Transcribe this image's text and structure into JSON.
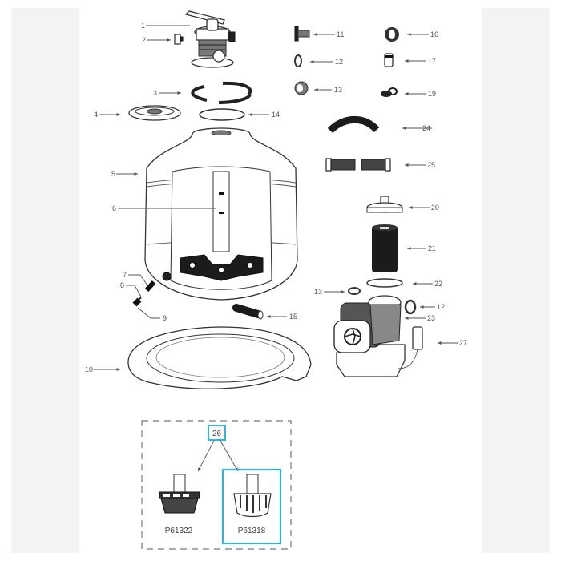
{
  "diagram": {
    "type": "exploded-parts-diagram",
    "subject": "sand filter pump assembly",
    "accent_color": "#3ab0d0",
    "line_color": "#333333",
    "background": "#ffffff",
    "margin_color": "#f3f3f3"
  },
  "callouts": [
    {
      "id": "1",
      "label": "1"
    },
    {
      "id": "2",
      "label": "2"
    },
    {
      "id": "3",
      "label": "3"
    },
    {
      "id": "4",
      "label": "4"
    },
    {
      "id": "5",
      "label": "5"
    },
    {
      "id": "6",
      "label": "6"
    },
    {
      "id": "7",
      "label": "7"
    },
    {
      "id": "8",
      "label": "8"
    },
    {
      "id": "9",
      "label": "9"
    },
    {
      "id": "10",
      "label": "10"
    },
    {
      "id": "11",
      "label": "11"
    },
    {
      "id": "12a",
      "label": "12"
    },
    {
      "id": "13a",
      "label": "13"
    },
    {
      "id": "14",
      "label": "14"
    },
    {
      "id": "15",
      "label": "15"
    },
    {
      "id": "16",
      "label": "16"
    },
    {
      "id": "17",
      "label": "17"
    },
    {
      "id": "19",
      "label": "19"
    },
    {
      "id": "24",
      "label": "24"
    },
    {
      "id": "25",
      "label": "25"
    },
    {
      "id": "20",
      "label": "20"
    },
    {
      "id": "21",
      "label": "21"
    },
    {
      "id": "22",
      "label": "22"
    },
    {
      "id": "13b",
      "label": "13"
    },
    {
      "id": "12b",
      "label": "12"
    },
    {
      "id": "23",
      "label": "23"
    },
    {
      "id": "27",
      "label": "27"
    }
  ],
  "inset": {
    "callout": "26",
    "variants": [
      {
        "code": "P61322",
        "highlighted": false
      },
      {
        "code": "P61318",
        "highlighted": true
      }
    ]
  }
}
